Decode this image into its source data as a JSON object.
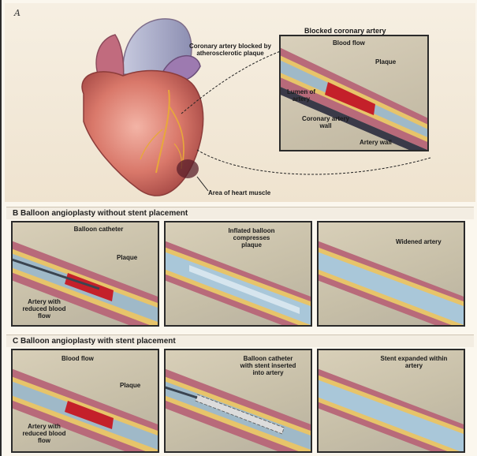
{
  "section_a": {
    "label": "A",
    "heart_callout": "Coronary artery blocked by atherosclerotic plaque",
    "inset_title": "Blocked coronary artery",
    "inset_callouts": [
      "Blood flow",
      "Plaque",
      "Lumen of artery",
      "Coronary artery wall",
      "Artery wall"
    ],
    "plaque_label": "Area of heart muscle"
  },
  "section_b": {
    "header": "B  Balloon angioplasty without stent placement",
    "panels": [
      {
        "callouts": [
          "Balloon catheter",
          "Plaque",
          "Artery with reduced blood flow"
        ]
      },
      {
        "callouts": [
          "Inflated balloon compresses plaque"
        ]
      },
      {
        "callouts": [
          "Widened artery"
        ]
      }
    ]
  },
  "section_c": {
    "header": "C  Balloon angioplasty with stent placement",
    "panels": [
      {
        "callouts": [
          "Blood flow",
          "Plaque",
          "Artery with reduced blood flow"
        ]
      },
      {
        "callouts": [
          "Balloon catheter with stent inserted into artery"
        ]
      },
      {
        "callouts": [
          "Stent expanded within artery"
        ]
      }
    ]
  },
  "colors": {
    "artery_wall": "#b86a7a",
    "plaque": "#e7c46a",
    "blood": "#c4202a",
    "lumen": "#a9c7d9",
    "catheter": "#3a4450"
  }
}
